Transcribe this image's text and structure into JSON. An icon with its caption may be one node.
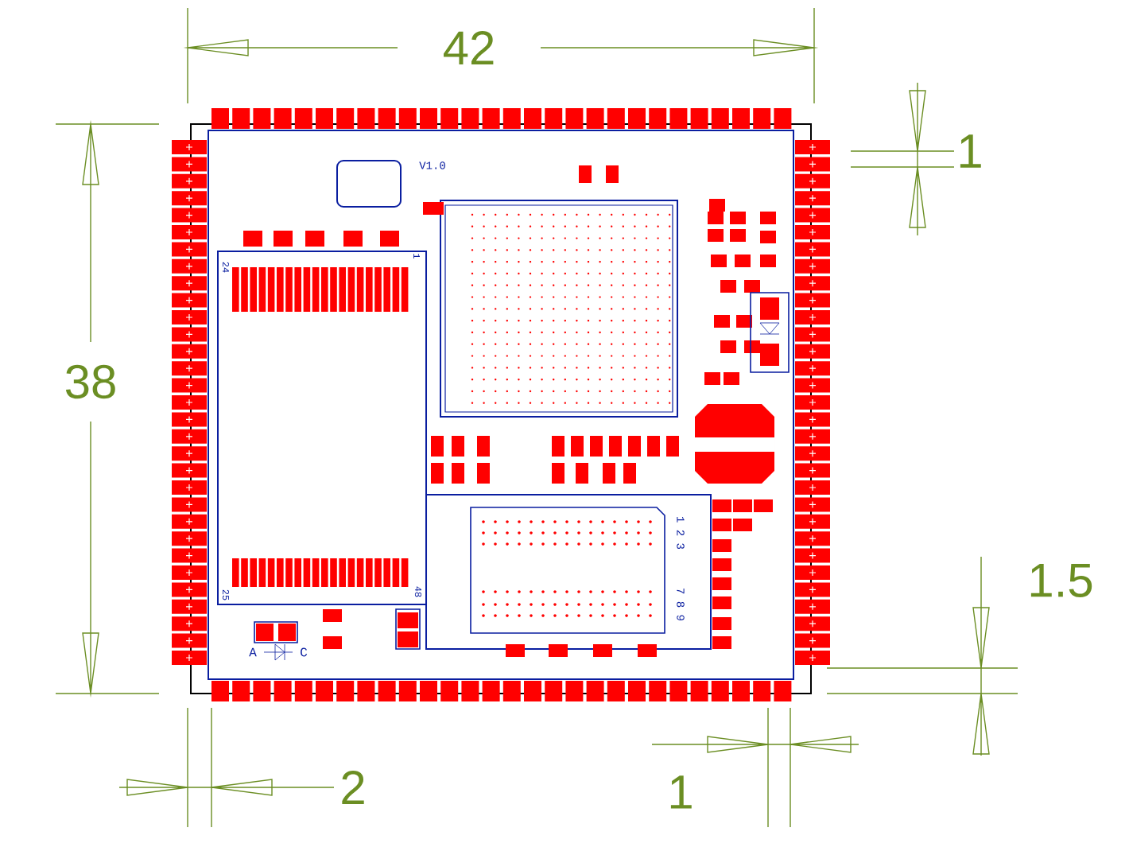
{
  "diagram": {
    "labels": [
      "42",
      "38",
      "1",
      "1.5",
      "2",
      "1",
      "V1.0",
      "24",
      "1",
      "25",
      "48",
      "A",
      "C",
      "1 2 3",
      "7 8 9"
    ]
  }
}
